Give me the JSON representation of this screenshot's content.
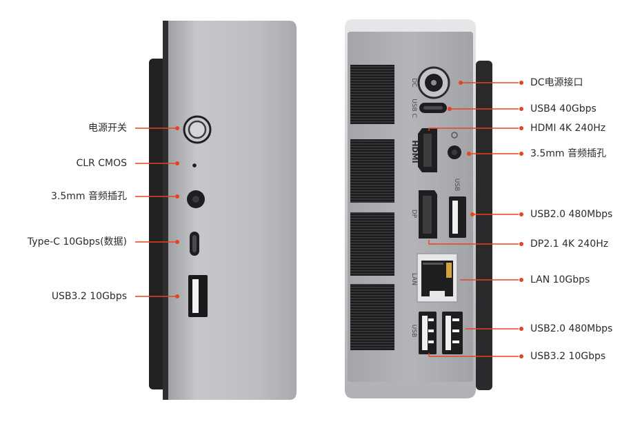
{
  "front_labels": [
    {
      "id": "power",
      "text": "电源开关"
    },
    {
      "id": "clr",
      "text": "CLR CMOS"
    },
    {
      "id": "audio",
      "text": "3.5mm 音频插孔"
    },
    {
      "id": "typec",
      "text": "Type-C 10Gbps(数据)"
    },
    {
      "id": "usb32",
      "text": "USB3.2 10Gbps"
    }
  ],
  "rear_labels": [
    {
      "id": "dc",
      "text": "DC电源接口"
    },
    {
      "id": "usb4",
      "text": "USB4 40Gbps"
    },
    {
      "id": "hdmi",
      "text": "HDMI 4K 240Hz"
    },
    {
      "id": "audio",
      "text": "3.5mm 音频插孔"
    },
    {
      "id": "usb2a",
      "text": "USB2.0 480Mbps"
    },
    {
      "id": "dp",
      "text": "DP2.1 4K 240Hz"
    },
    {
      "id": "lan",
      "text": "LAN 10Gbps"
    },
    {
      "id": "usb2b",
      "text": "USB2.0 480Mbps"
    },
    {
      "id": "usb32",
      "text": "USB3.2 10Gbps"
    }
  ],
  "panel_markings": {
    "dc": "DC",
    "usbc": "USB C",
    "hdmi": "HDMI",
    "usb_upper": "USB",
    "dp": "DP",
    "lan": "LAN",
    "usb_lower": "USB"
  },
  "colors": {
    "accent": "#e8431f",
    "body": "#b9babd",
    "dark": "#2a2a2c"
  }
}
